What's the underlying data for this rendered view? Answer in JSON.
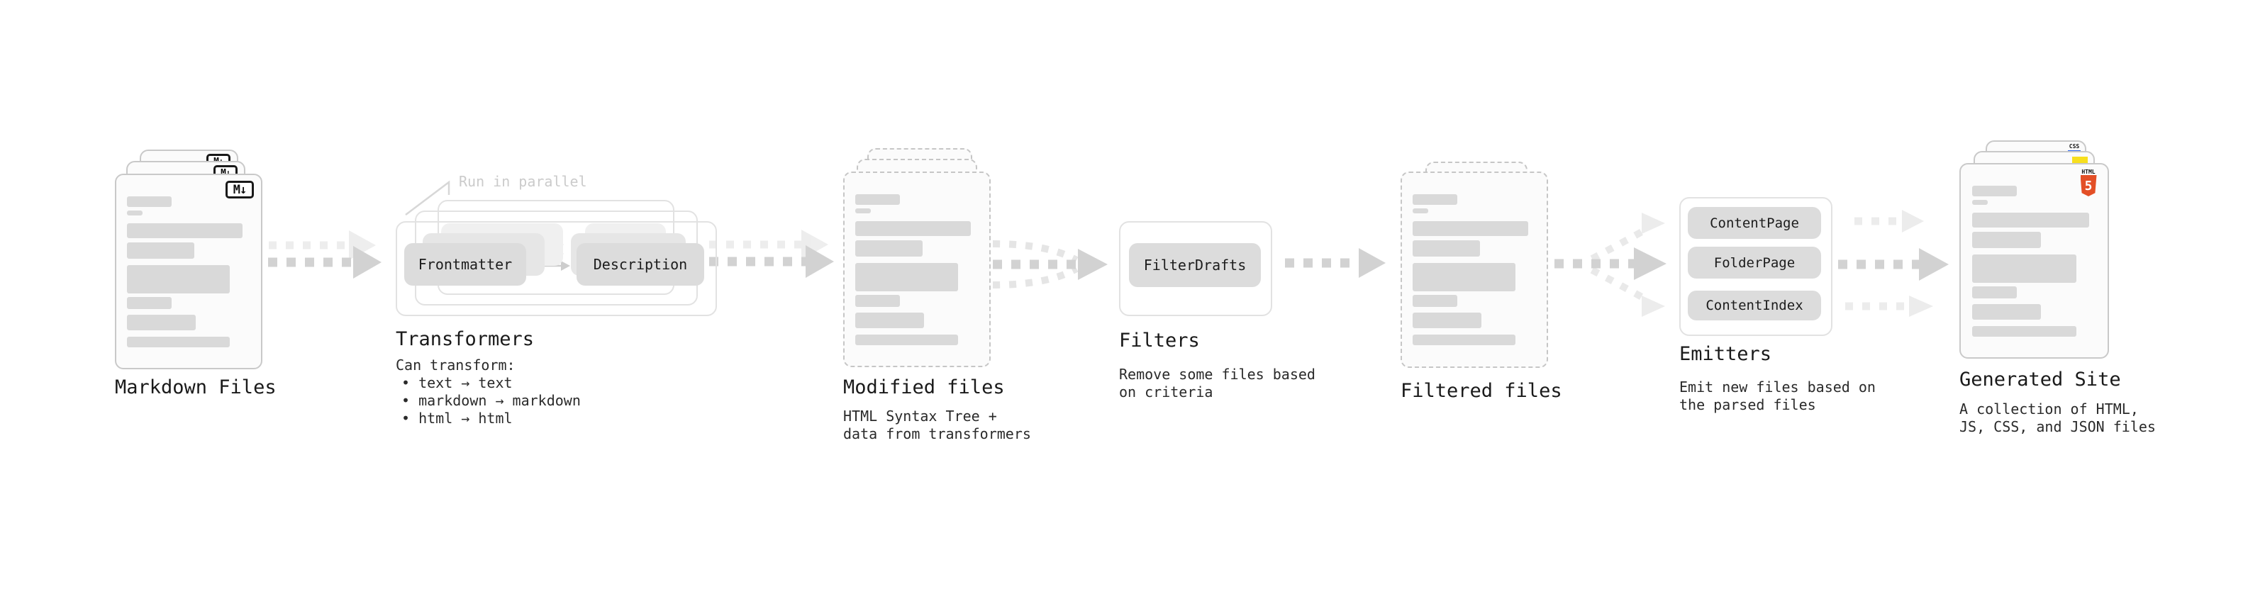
{
  "nodes": {
    "markdown_files": {
      "label": "Markdown Files",
      "badge": "M↓"
    },
    "transformers": {
      "title": "Transformers",
      "annotation": "Run in parallel",
      "button_left": "Frontmatter",
      "button_right": "Description",
      "desc_heading": "Can transform:",
      "desc_items": [
        "• text → text",
        "• markdown → markdown",
        "• html → html"
      ]
    },
    "modified_files": {
      "label": "Modified files",
      "desc_line1": "HTML Syntax Tree +",
      "desc_line2": "data from transformers"
    },
    "filters": {
      "title": "Filters",
      "button": "FilterDrafts",
      "desc_line1": "Remove some files based",
      "desc_line2": "on criteria"
    },
    "filtered_files": {
      "label": "Filtered files"
    },
    "emitters": {
      "title": "Emitters",
      "buttons": [
        "ContentPage",
        "FolderPage",
        "ContentIndex"
      ],
      "desc_line1": "Emit new files based on",
      "desc_line2": "the parsed files"
    },
    "generated_site": {
      "label": "Generated Site",
      "desc_line1": "A collection of HTML,",
      "desc_line2": "JS, CSS, and JSON files",
      "html5_label": "HTML",
      "html5_number": "5",
      "css_label": "CSS"
    }
  },
  "colors": {
    "background": "#ffffff",
    "page_fill": "#fbfbfb",
    "page_border": "#c9c9c9",
    "skeleton_bar": "#d9d9d9",
    "button_fill": "#dcdcdc",
    "box_border": "#e2e2e2",
    "arrow": "#d2d2d2",
    "arrow_faint": "#ececec",
    "annotation_text": "#cbcbcb",
    "text": "#1a1a1a",
    "html5_orange": "#e34f26",
    "css_blue": "#2965f1",
    "js_yellow": "#f7df1e"
  }
}
